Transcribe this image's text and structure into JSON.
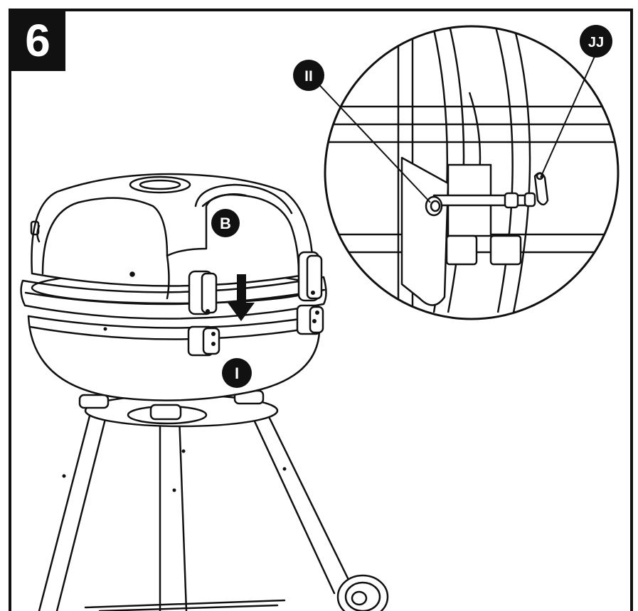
{
  "step": {
    "number": "6"
  },
  "callouts": {
    "lid": "B",
    "bowl": "I",
    "bolt": "II",
    "pin": "JJ"
  },
  "colors": {
    "ink": "#111111",
    "paper": "#ffffff"
  }
}
